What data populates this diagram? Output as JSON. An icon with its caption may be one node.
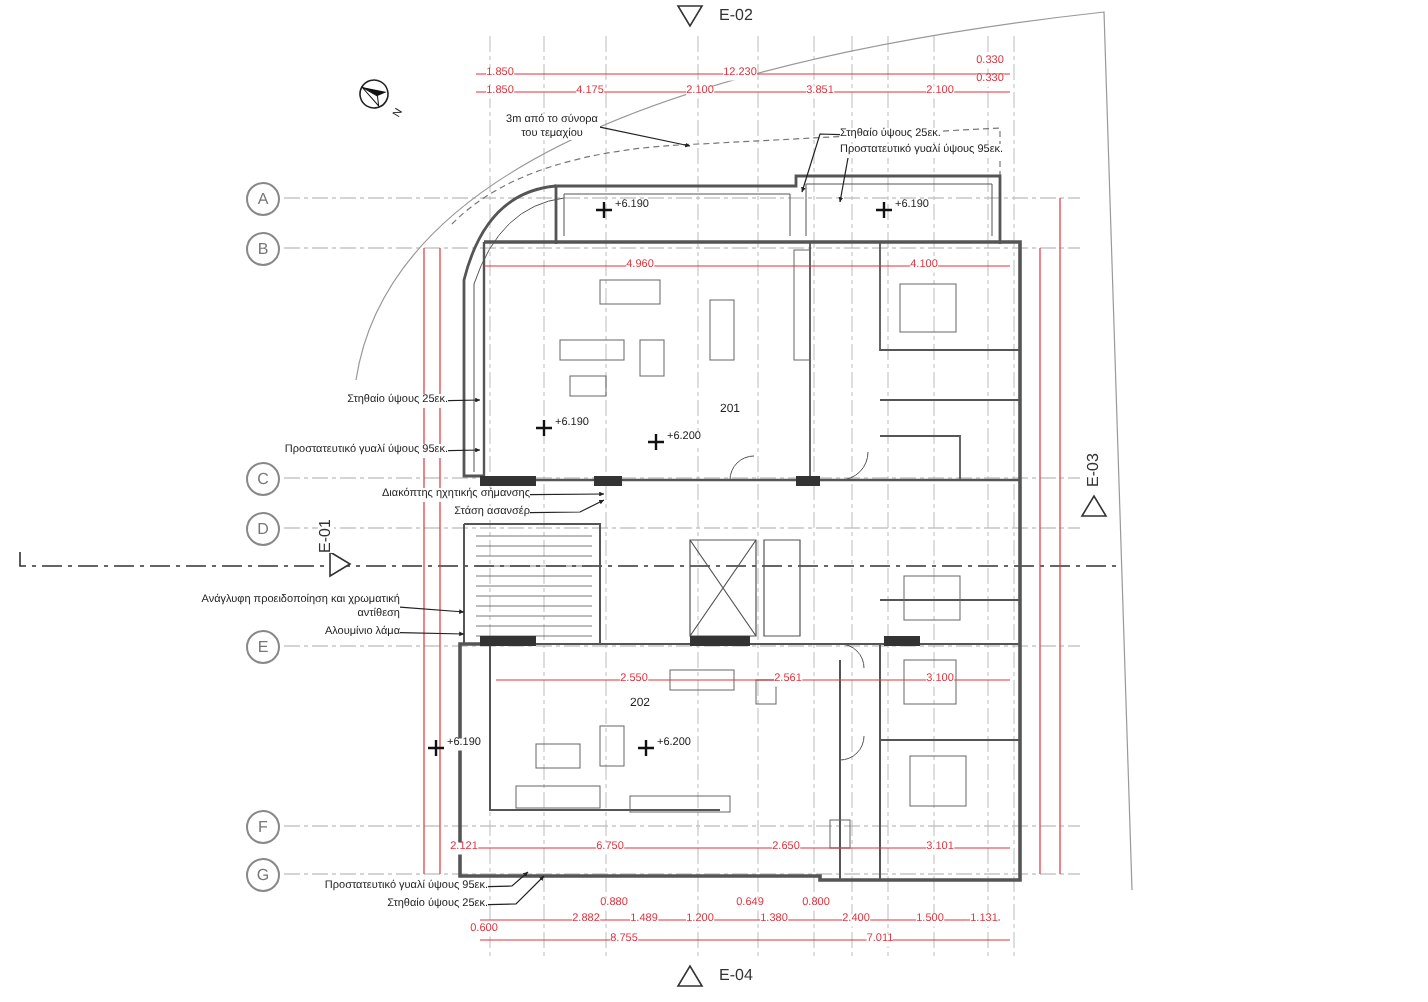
{
  "diagram": {
    "nodes": [
      {
        "text": [
          "A"
        ]
      },
      {
        "text": [
          "B"
        ]
      },
      {
        "text": [
          "C"
        ]
      },
      {
        "text": [
          "D"
        ]
      },
      {
        "text": [
          "E"
        ]
      },
      {
        "text": [
          "F"
        ]
      },
      {
        "text": [
          "G"
        ]
      },
      {
        "text": [
          "3m από το σύνορα του τεμαχίου"
        ]
      },
      {
        "text": [
          "Στηθαίο ύψους 25εκ."
        ]
      },
      {
        "text": [
          "Προστατευτικό γυαλί ύψους 95εκ."
        ]
      },
      {
        "text": [
          "Στηθαίο ύψους 25εκ."
        ]
      },
      {
        "text": [
          "Προστατευτικό γυαλί ύψους 95εκ."
        ]
      },
      {
        "text": [
          "Διακόπτης ηχητικής σήμανσης"
        ]
      },
      {
        "text": [
          "Στάση ασανσέρ"
        ]
      },
      {
        "text": [
          "Ανάγλυφη προειδοποίηση και χρωματική αντίθεση"
        ]
      },
      {
        "text": [
          "Αλουμίνιο λάμα"
        ]
      },
      {
        "text": [
          "Προστατευτικό γυαλί ύψους 95εκ."
        ]
      },
      {
        "text": [
          "Στηθαίο ύψους 25εκ."
        ]
      }
    ],
    "edges": [
      {
        "from": 7,
        "to": null,
        "arrow": "to"
      },
      {
        "from": 8,
        "to": null,
        "arrow": "to"
      },
      {
        "from": 9,
        "to": null,
        "arrow": "to"
      },
      {
        "from": 10,
        "to": null,
        "arrow": "to"
      },
      {
        "from": 11,
        "to": null,
        "arrow": "to"
      },
      {
        "from": 12,
        "to": null,
        "arrow": "to"
      },
      {
        "from": 13,
        "to": null,
        "arrow": "to"
      },
      {
        "from": 14,
        "to": null,
        "arrow": "to"
      },
      {
        "from": 15,
        "to": null,
        "arrow": "to"
      },
      {
        "from": 16,
        "to": null,
        "arrow": "to"
      },
      {
        "from": 17,
        "to": null,
        "arrow": "to"
      }
    ],
    "labels": [
      "E-02",
      "1.850",
      "12.230",
      "0.330",
      "1.850",
      "4.175",
      "2.100",
      "3.851",
      "2.100",
      "0.330",
      "N",
      "+6.190",
      "+6.190",
      "4.960",
      "4.100",
      "201",
      "+6.190",
      "+6.200",
      "E-01",
      "E-03",
      "202",
      "2.550",
      "2.561",
      "3.100",
      "+6.190",
      "+6.200",
      "2.121",
      "6.750",
      "2.650",
      "3.101",
      "0.880",
      "0.649",
      "0.800",
      "0.600",
      "2.882",
      "1.489",
      "1.200",
      "1.380",
      "2.400",
      "1.500",
      "1.131",
      "8.755",
      "7.011",
      "E-04"
    ]
  }
}
